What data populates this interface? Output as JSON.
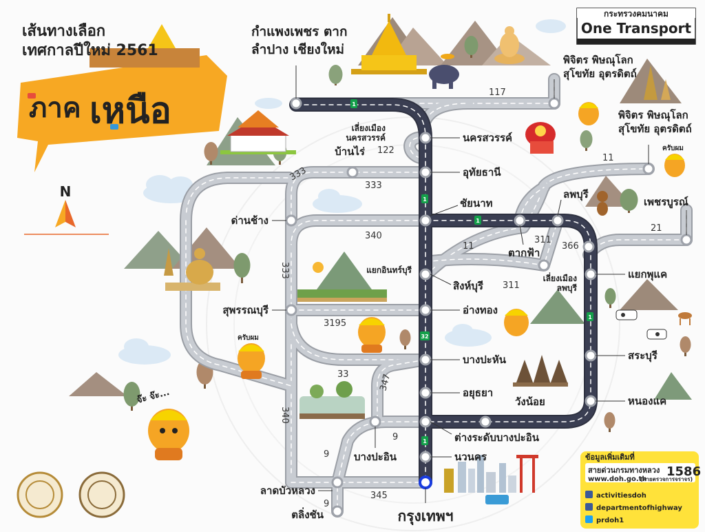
{
  "header": {
    "title_line1": "เส้นทางเลือก",
    "title_line2": "เทศกาลปีใหม่ 2561",
    "region_word_1": "ภาค",
    "region_word_2": "เหนือ"
  },
  "brand": {
    "ministry": "กระทรวงคมนาคม",
    "program": "One Transport"
  },
  "compass": "N",
  "destinations": {
    "top_line1": "กำแพงเพชร ตาก",
    "top_line2": "ลำปาง เชียงใหม่",
    "ne1_line1": "พิจิตร พิษณุโลก",
    "ne1_line2": "สุโขทัย อุตรดิตถ์",
    "ne2_line1": "พิจิตร พิษณุโลก",
    "ne2_line2": "สุโขทัย อุตรดิตถ์",
    "phetchabun": "เพชรบูรณ์",
    "bangkok": "กรุงเทพฯ"
  },
  "places": {
    "bypass_nakhonsawan_1": "เลี่ยงเมือง",
    "bypass_nakhonsawan_2": "นครสวรรค์",
    "nakhonsawan": "นครสวรรค์",
    "banrai": "บ้านไร่",
    "uthaithani": "อุทัยธานี",
    "chainat": "ชัยนาท",
    "danchang": "ด่านช้าง",
    "lopburi": "ลพบุรี",
    "takfa": "ตากฟ้า",
    "inburi_junction": "แยกอินทร์บุรี",
    "singburi": "สิงห์บุรี",
    "bypass_lopburi_1": "เลี่ยงเมือง",
    "bypass_lopburi_2": "ลพบุรี",
    "phukae_junction": "แยกพุแค",
    "suphanburi": "สุพรรณบุรี",
    "angthong": "อ่างทอง",
    "bangpahan": "บางปะหัน",
    "saraburi": "สระบุรี",
    "ayutthaya": "อยุธยา",
    "wangnoi": "วังน้อย",
    "nongkhae": "หนองแค",
    "bangpain_interchange": "ต่างระดับบางปะอิน",
    "bangpain": "บางปะอิน",
    "navanakorn": "นวนคร",
    "latbualuang": "ลาดบัวหลวง",
    "talingchan": "ตลิ่งชัน"
  },
  "route_numbers": {
    "r117": "117",
    "r122": "122",
    "r333_a": "333",
    "r333_b": "333",
    "r333_c": "333",
    "r11_a": "11",
    "r11_b": "11",
    "r21": "21",
    "r340_a": "340",
    "r340_b": "340",
    "r311_a": "311",
    "r311_b": "311",
    "r366": "366",
    "r3195": "3195",
    "r33": "33",
    "r347": "347",
    "r9_a": "9",
    "r9_b": "9",
    "r9_c": "9",
    "r345": "345",
    "r32_shield": "32",
    "r1_shield": "1"
  },
  "mascot": {
    "greeting1": "จ๊ะ จ๊ะ...",
    "greeting2": "ครับผม",
    "greeting3": "ครับผม"
  },
  "info_box": {
    "heading": "ข้อมูลเพิ่มเติมที่",
    "hotline_label": "สายด่วนกรมทางหลวง",
    "hotline_number": "1586",
    "website": "www.doh.go.th",
    "website_note": "(สายตรวจการจราจร)",
    "facebook1": "activitiesdoh",
    "facebook2": "departmentofhighway",
    "twitter": "prdoh1"
  },
  "colors": {
    "banner_orange": "#f7a823",
    "main_road": "#2e3140",
    "side_road": "#c8ccd2",
    "info_yellow": "#ffe23a",
    "shield_green": "#14a04a"
  }
}
